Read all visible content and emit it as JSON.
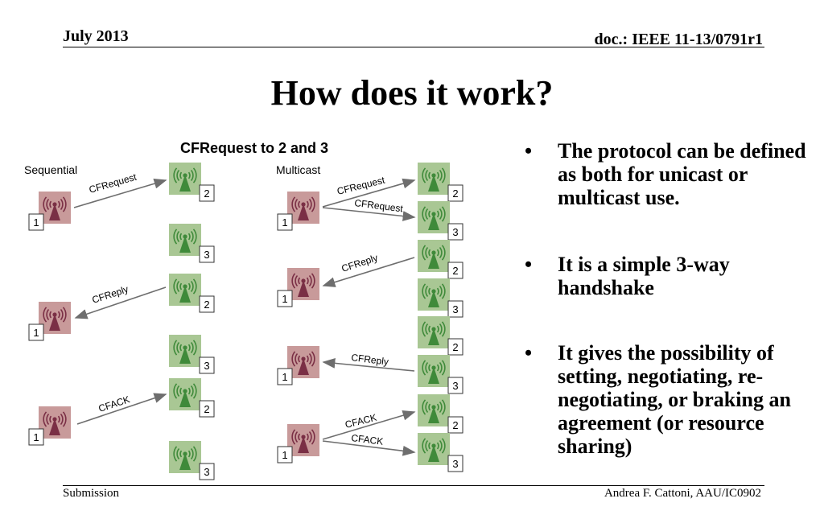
{
  "header": {
    "date": "July 2013",
    "doc": "doc.: IEEE 11-13/0791r1"
  },
  "title": "How does it work?",
  "diagram": {
    "heading": "CFRequest to 2 and 3",
    "sequential_label": "Sequential",
    "multicast_label": "Multicast",
    "arrows": {
      "cfrequest": "CFRequest",
      "cfreply": "CFReply",
      "cfack": "CFACK"
    },
    "node_numbers": [
      "1",
      "2",
      "3"
    ],
    "colors": {
      "sender": "#c89a9a",
      "receiver": "#a9c794",
      "arrow": "#6e6e6e"
    }
  },
  "bullets": [
    "The protocol can be defined as both for unicast or multicast use.",
    "It is a simple 3-way handshake",
    "It gives the possibility of setting, negotiating, re-negotiating, or braking an agreement (or resource sharing)"
  ],
  "bullet_marker": "•",
  "footer": {
    "left": "Submission",
    "right": "Andrea F. Cattoni, AAU/IC0902"
  }
}
